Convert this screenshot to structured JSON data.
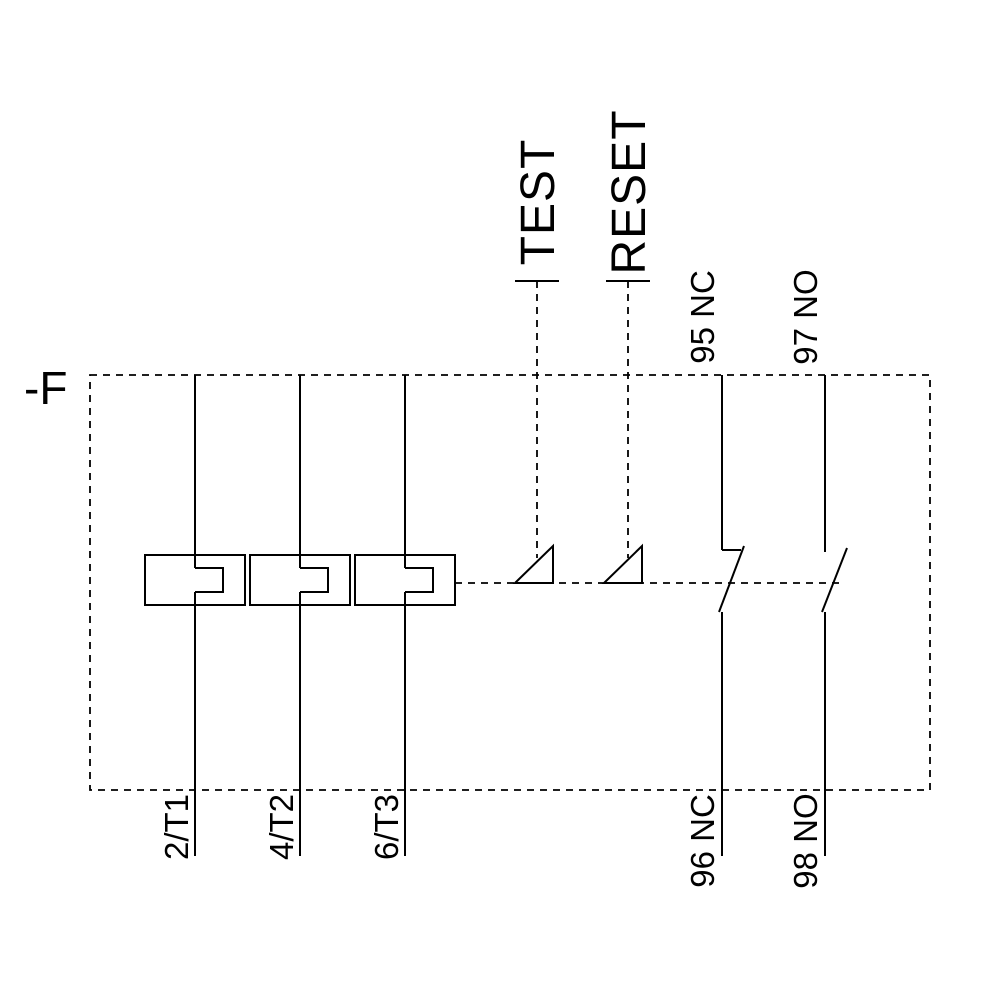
{
  "diagram_type": "thermal-overload-relay-schematic",
  "labels": {
    "device": "-F",
    "test": "TEST",
    "reset": "RESET"
  },
  "poles": [
    {
      "label": "2/T1"
    },
    {
      "label": "4/T2"
    },
    {
      "label": "6/T3"
    }
  ],
  "contacts": [
    {
      "kind": "NC",
      "top": "95 NC",
      "bottom": "96 NC"
    },
    {
      "kind": "NO",
      "top": "97 NO",
      "bottom": "98 NO"
    }
  ],
  "colors": {
    "line": "#000000",
    "background": "#ffffff"
  }
}
